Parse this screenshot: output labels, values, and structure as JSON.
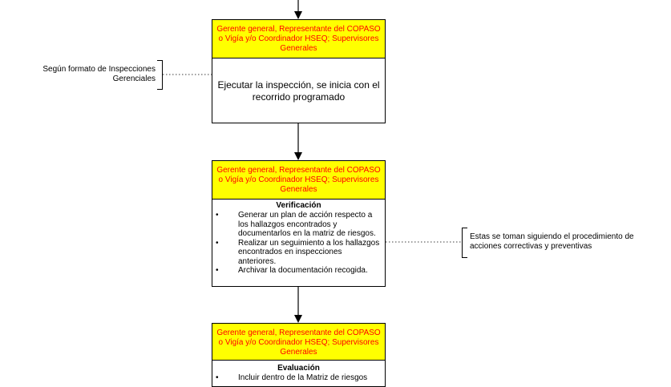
{
  "steps": [
    {
      "responsible": "Gerente general, Representante del COPASO o Vigía y/o Coordinador HSEQ; Supervisores Generales",
      "activity": "Ejecutar  la inspección, se inicia con el recorrido programado"
    },
    {
      "responsible": "Gerente general, Representante del COPASO o Vigía y/o Coordinador HSEQ; Supervisores Generales",
      "title": "Verificación",
      "bullets": [
        "Generar un plan de acción respecto a los hallazgos encontrados y documentarlos en la matriz de riesgos.",
        "Realizar un seguimiento a los hallazgos encontrados en inspecciones anteriores.",
        "Archivar la documentación recogida."
      ]
    },
    {
      "responsible": "Gerente general, Representante del COPASO o Vigía y/o Coordinador HSEQ; Supervisores Generales",
      "title": "Evaluación",
      "bullets": [
        "Incluir dentro de la Matriz de riesgos"
      ]
    }
  ],
  "notes": [
    {
      "text_line1": "Según formato de Inspecciones",
      "text_line2": "Gerenciales"
    },
    {
      "text_line1": "Estas se toman siguiendo el procedimiento de",
      "text_line2": "acciones correctivas y preventivas"
    }
  ],
  "colors": {
    "role_background": "#ffff00",
    "role_text": "#ff0000",
    "line": "#000000"
  }
}
